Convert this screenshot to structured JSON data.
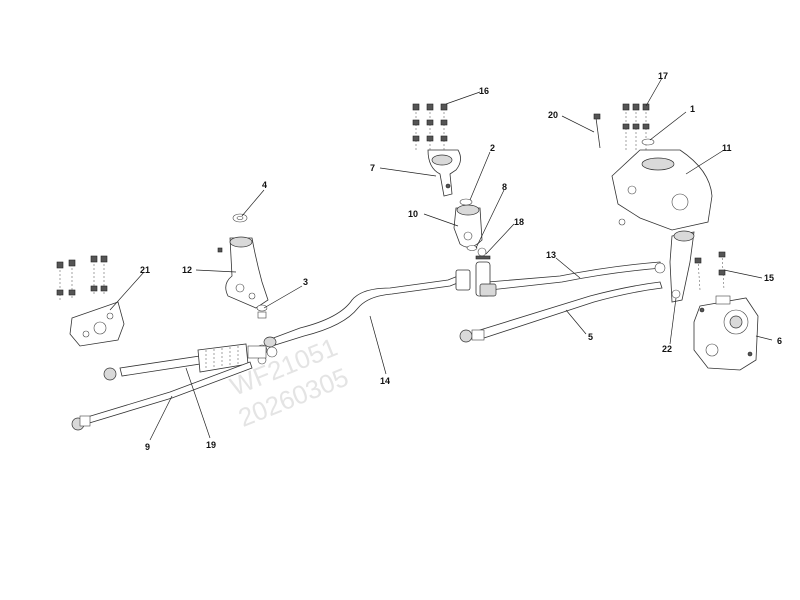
{
  "callouts": [
    {
      "id": "c1",
      "text": "1"
    },
    {
      "id": "c2",
      "text": "2"
    },
    {
      "id": "c3",
      "text": "3"
    },
    {
      "id": "c4",
      "text": "4"
    },
    {
      "id": "c5",
      "text": "5"
    },
    {
      "id": "c6",
      "text": "6"
    },
    {
      "id": "c7",
      "text": "7"
    },
    {
      "id": "c8",
      "text": "8"
    },
    {
      "id": "c9",
      "text": "9"
    },
    {
      "id": "c10",
      "text": "10"
    },
    {
      "id": "c11",
      "text": "11"
    },
    {
      "id": "c12",
      "text": "12"
    },
    {
      "id": "c13",
      "text": "13"
    },
    {
      "id": "c14",
      "text": "14"
    },
    {
      "id": "c15",
      "text": "15"
    },
    {
      "id": "c16",
      "text": "16"
    },
    {
      "id": "c17",
      "text": "17"
    },
    {
      "id": "c18",
      "text": "18"
    },
    {
      "id": "c19",
      "text": "19"
    },
    {
      "id": "c20",
      "text": "20"
    },
    {
      "id": "c21",
      "text": "21"
    },
    {
      "id": "c22",
      "text": "22"
    }
  ],
  "watermark": {
    "line1": "WF21051",
    "line2": "20260305"
  }
}
